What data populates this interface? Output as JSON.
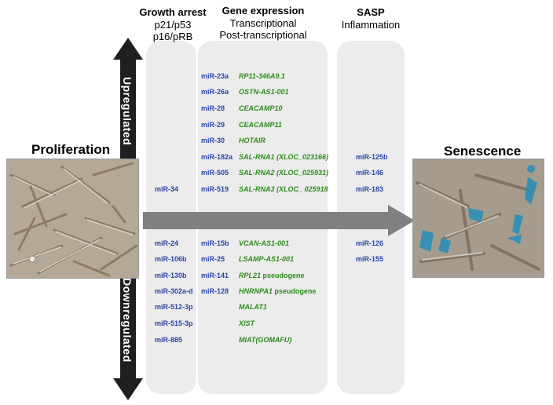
{
  "headers": {
    "growth": {
      "title": "Growth arrest",
      "sub1": "p21/p53",
      "sub2": "p16/pRB"
    },
    "gene": {
      "title": "Gene expression",
      "sub1": "Transcriptional",
      "sub2": "Post-transcriptional"
    },
    "sasp": {
      "title": "SASP",
      "sub1": "Inflammation"
    }
  },
  "states": {
    "left": "Proliferation",
    "right": "Senescence"
  },
  "axis": {
    "up": "Upregulated",
    "down": "Downregulated"
  },
  "growth_arrest": {
    "up": [
      "miR-34"
    ],
    "down": [
      "miR-24",
      "miR-106b",
      "miR-130b",
      "miR-302a-d",
      "miR-512-3p",
      "miR-515-3p",
      "miR-885"
    ]
  },
  "gene_expression": {
    "up_mirna": [
      "miR-23a",
      "miR-26a",
      "miR-28",
      "miR-29",
      "miR-30",
      "miR-182a",
      "miR-505",
      "miR-519"
    ],
    "up_lnc": [
      "RP11-346A9.1",
      "OSTN-AS1-001",
      "CEACAMP10",
      "CEACAMP11",
      "HOTAIR",
      "SAL-RNA1 (XLOC_023166)",
      "SAL-RNA2 (XLOC_025931)",
      "SAL-RNA3 (XLOC_ 025918"
    ],
    "down_mirna": [
      "miR-15b",
      "miR-25",
      "miR-141",
      "miR-128"
    ],
    "down_lnc": [
      "VCAN-AS1-001",
      "LSAMP-AS1-001",
      "RPL21",
      "HNRNPA1",
      "MALAT1",
      "XIST",
      "MIAT(",
      "GOMAFU",
      ")"
    ],
    "pseudogene_suffix": " pseudogene"
  },
  "sasp": {
    "up": [
      "miR-125b",
      "miR-146",
      "miR-183"
    ],
    "down": [
      "miR-126",
      "miR-155"
    ]
  },
  "colors": {
    "mirna": "#2945a8",
    "lncrna": "#2e8b1e",
    "panel": "#ececec",
    "arrow": "#808080",
    "axis_arrow": "#1f1f1f"
  }
}
